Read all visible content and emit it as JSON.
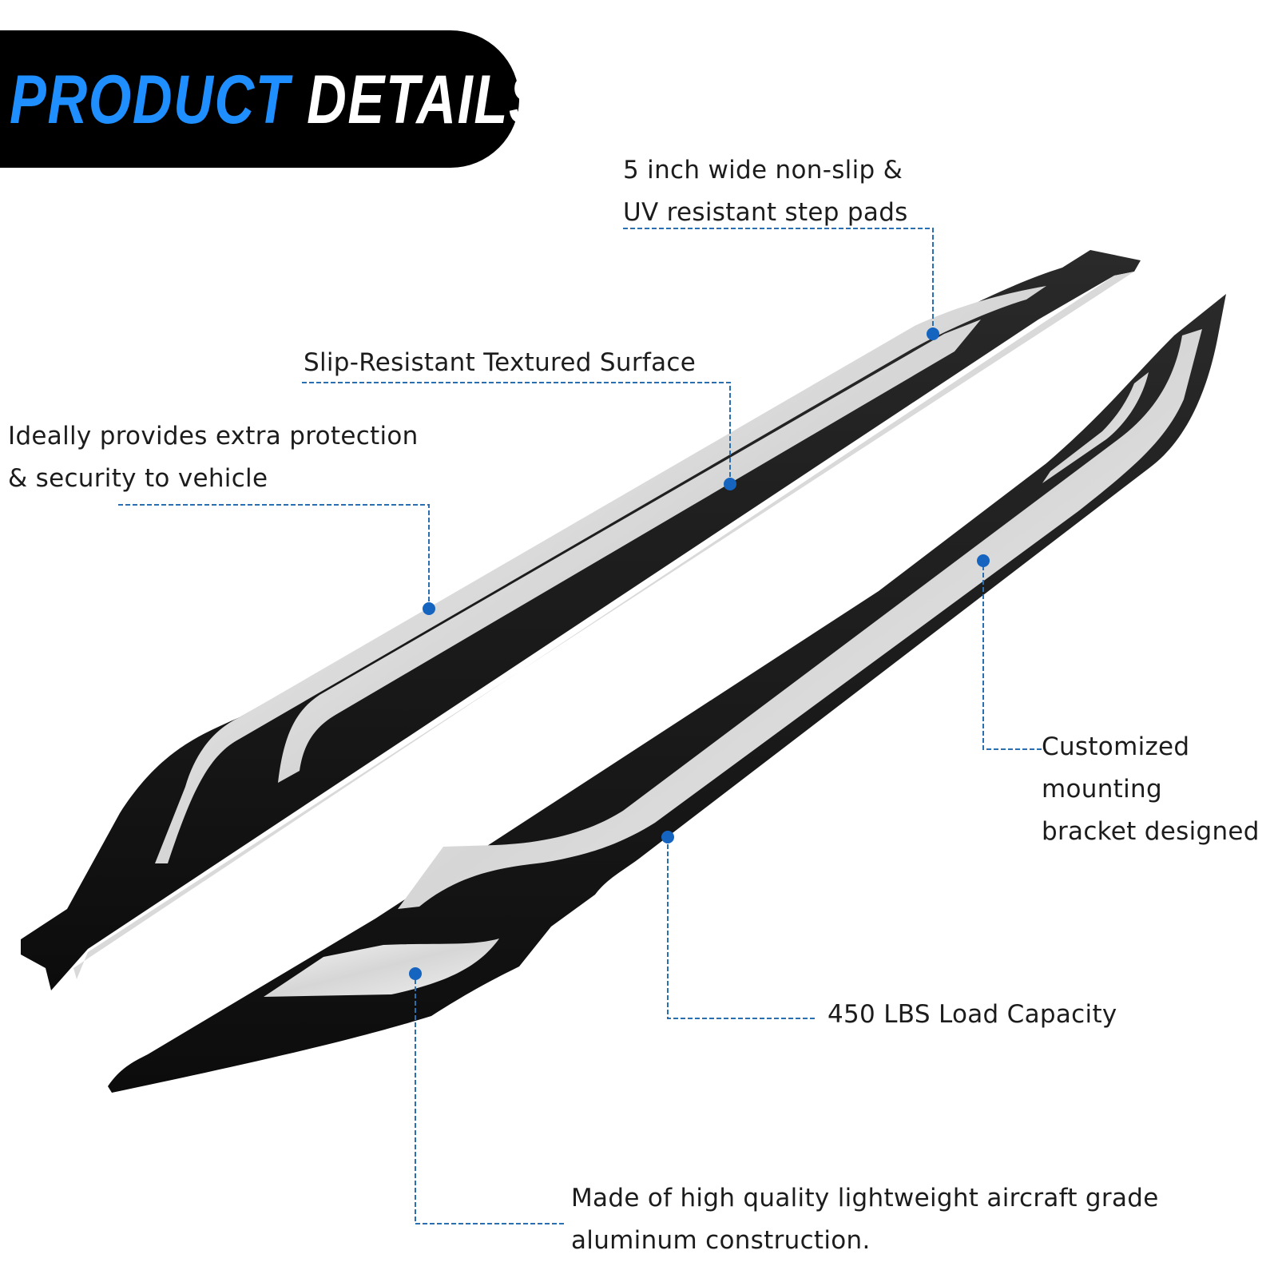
{
  "banner": {
    "title_part1": "PRODUCT",
    "title_part2": "DETAILS"
  },
  "callouts": {
    "step_pads": {
      "line1": "5 inch wide non-slip &",
      "line2": "UV resistant step pads"
    },
    "surface": {
      "line1": "Slip-Resistant Textured Surface"
    },
    "protection": {
      "line1": "Ideally provides extra protection",
      "line2": "& security to vehicle"
    },
    "bracket": {
      "line1": "Customized",
      "line2": "mounting",
      "line3": "bracket designed"
    },
    "load": {
      "line1": "450 LBS Load Capacity"
    },
    "material": {
      "line1": "Made of high quality lightweight aircraft grade",
      "line2": "aluminum construction."
    }
  },
  "colors": {
    "accent": "#1f8fff",
    "banner_bg": "#000000",
    "leader_line": "#2a6fb0",
    "marker_dot": "#1565c0",
    "board_body": "#141414",
    "board_trim": "#e4e4e4"
  },
  "icons": {
    "marker": "dot-marker-icon"
  }
}
